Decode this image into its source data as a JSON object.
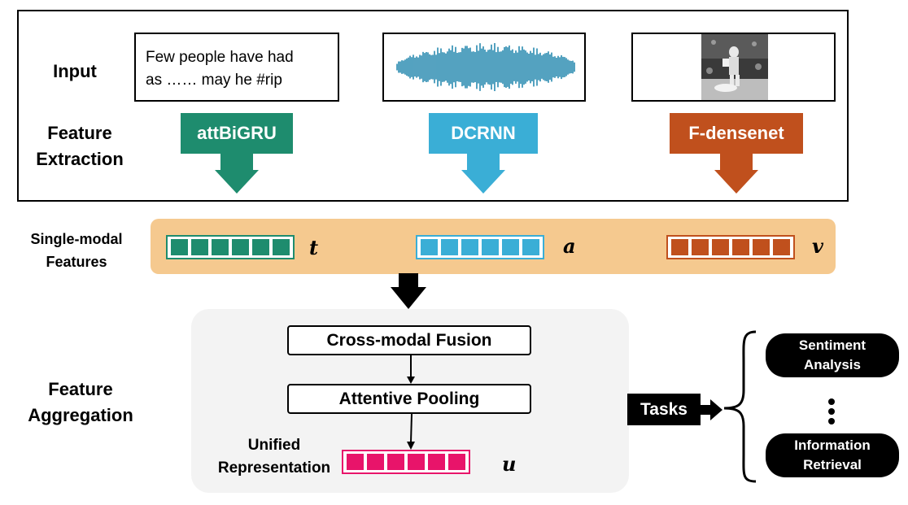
{
  "labels": {
    "input": "Input",
    "feature_extraction": [
      "Feature",
      "Extraction"
    ],
    "single_modal": [
      "Single-modal",
      "Features"
    ],
    "feature_aggregation": [
      "Feature",
      "Aggregation"
    ]
  },
  "inputs": {
    "text_lines": [
      "Few people have had",
      "as …… may he #rip"
    ],
    "audio": "audio-waveform",
    "image": "boxing-photo"
  },
  "extractors": [
    {
      "name": "attBiGRU",
      "color": "#1e8c6e"
    },
    {
      "name": "DCRNN",
      "color": "#3aaed6"
    },
    {
      "name": "F-densenet",
      "color": "#c0501d"
    }
  ],
  "features": [
    {
      "var": "t",
      "color": "#1e8c6e",
      "cells": 6
    },
    {
      "var": "a",
      "color": "#3aaed6",
      "cells": 6
    },
    {
      "var": "v",
      "color": "#c0501d",
      "cells": 6
    }
  ],
  "aggregation": {
    "fusion": "Cross-modal Fusion",
    "pooling": "Attentive Pooling",
    "unified_lines": [
      "Unified",
      "Representation"
    ],
    "unified_var": "u",
    "unified_color": "#e8146a",
    "unified_cells": 6
  },
  "tasks": {
    "label": "Tasks",
    "items": [
      {
        "lines": [
          "Sentiment",
          "Analysis"
        ]
      },
      {
        "lines": [
          "Information",
          "Retrieval"
        ]
      }
    ],
    "ellipsis": "vertical-ellipsis"
  }
}
